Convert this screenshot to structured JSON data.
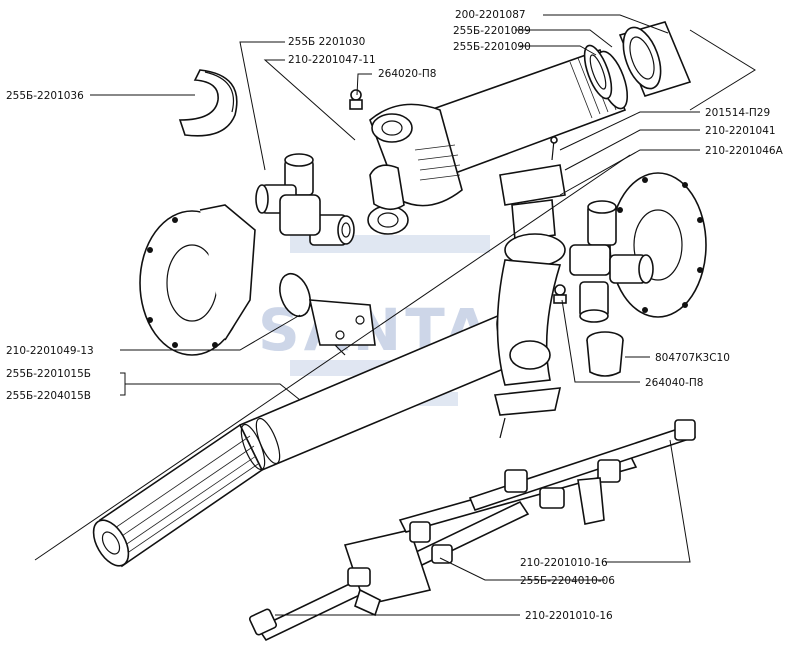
{
  "labels": {
    "l_200_2201087": "200-2201087",
    "l_255b_2201089": "255Б-2201089",
    "l_255b_2201090": "255Б-2201090",
    "l_255b_2201030": "255Б 2201030",
    "l_210_2201047_11": "210-2201047-11",
    "l_264020_p8": "264020-П8",
    "l_255b_2201036": "255Б-2201036",
    "l_201514_p29": "201514-П29",
    "l_210_2201041": "210-2201041",
    "l_210_2201046a": "210-2201046А",
    "l_210_2201049_13": "210-2201049-13",
    "l_255b_2201015b": "255Б-2201015Б",
    "l_255b_2204015v": "255Б-2204015В",
    "l_804707k3s10": "804707К3С10",
    "l_264040_p8": "264040-П8",
    "l_210_2201010_16a": "210-2201010-16",
    "l_255b_2204010_06": "255Б-2204010-06",
    "l_210_2201010_16b": "210-2201010-16"
  },
  "watermark": "SANTA",
  "colors": {
    "ink": "#111111",
    "watermark": "#c8d2e6"
  }
}
